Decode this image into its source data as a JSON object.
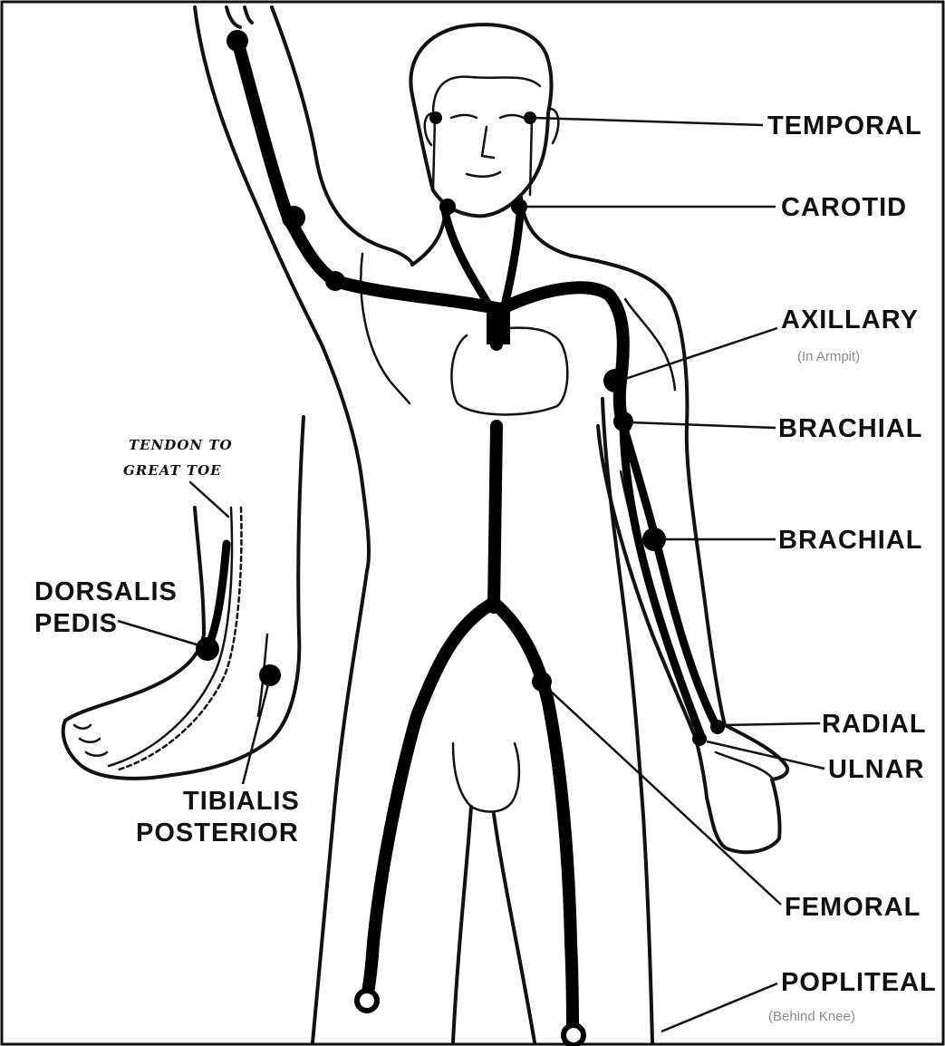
{
  "labels": {
    "temporal": "TEMPORAL",
    "carotid": "CAROTID",
    "axillary": "AXILLARY",
    "axillary_sub": "(In Armpit)",
    "brachial_upper": "BRACHIAL",
    "brachial_lower": "BRACHIAL",
    "radial": "RADIAL",
    "ulnar": "ULNAR",
    "femoral": "FEMORAL",
    "popliteal": "POPLITEAL",
    "popliteal_sub": "(Behind Knee)",
    "dorsalis_line1": "DORSALIS",
    "dorsalis_line2": "PEDIS",
    "tibialis_line1": "TIBIALIS",
    "tibialis_line2": "POSTERIOR",
    "tendon_line1": "TENDON TO",
    "tendon_line2": "GREAT TOE"
  },
  "colors": {
    "ink": "#111111",
    "artery": "#000000",
    "subtext": "#8a8a8a",
    "background": "#ffffff"
  }
}
